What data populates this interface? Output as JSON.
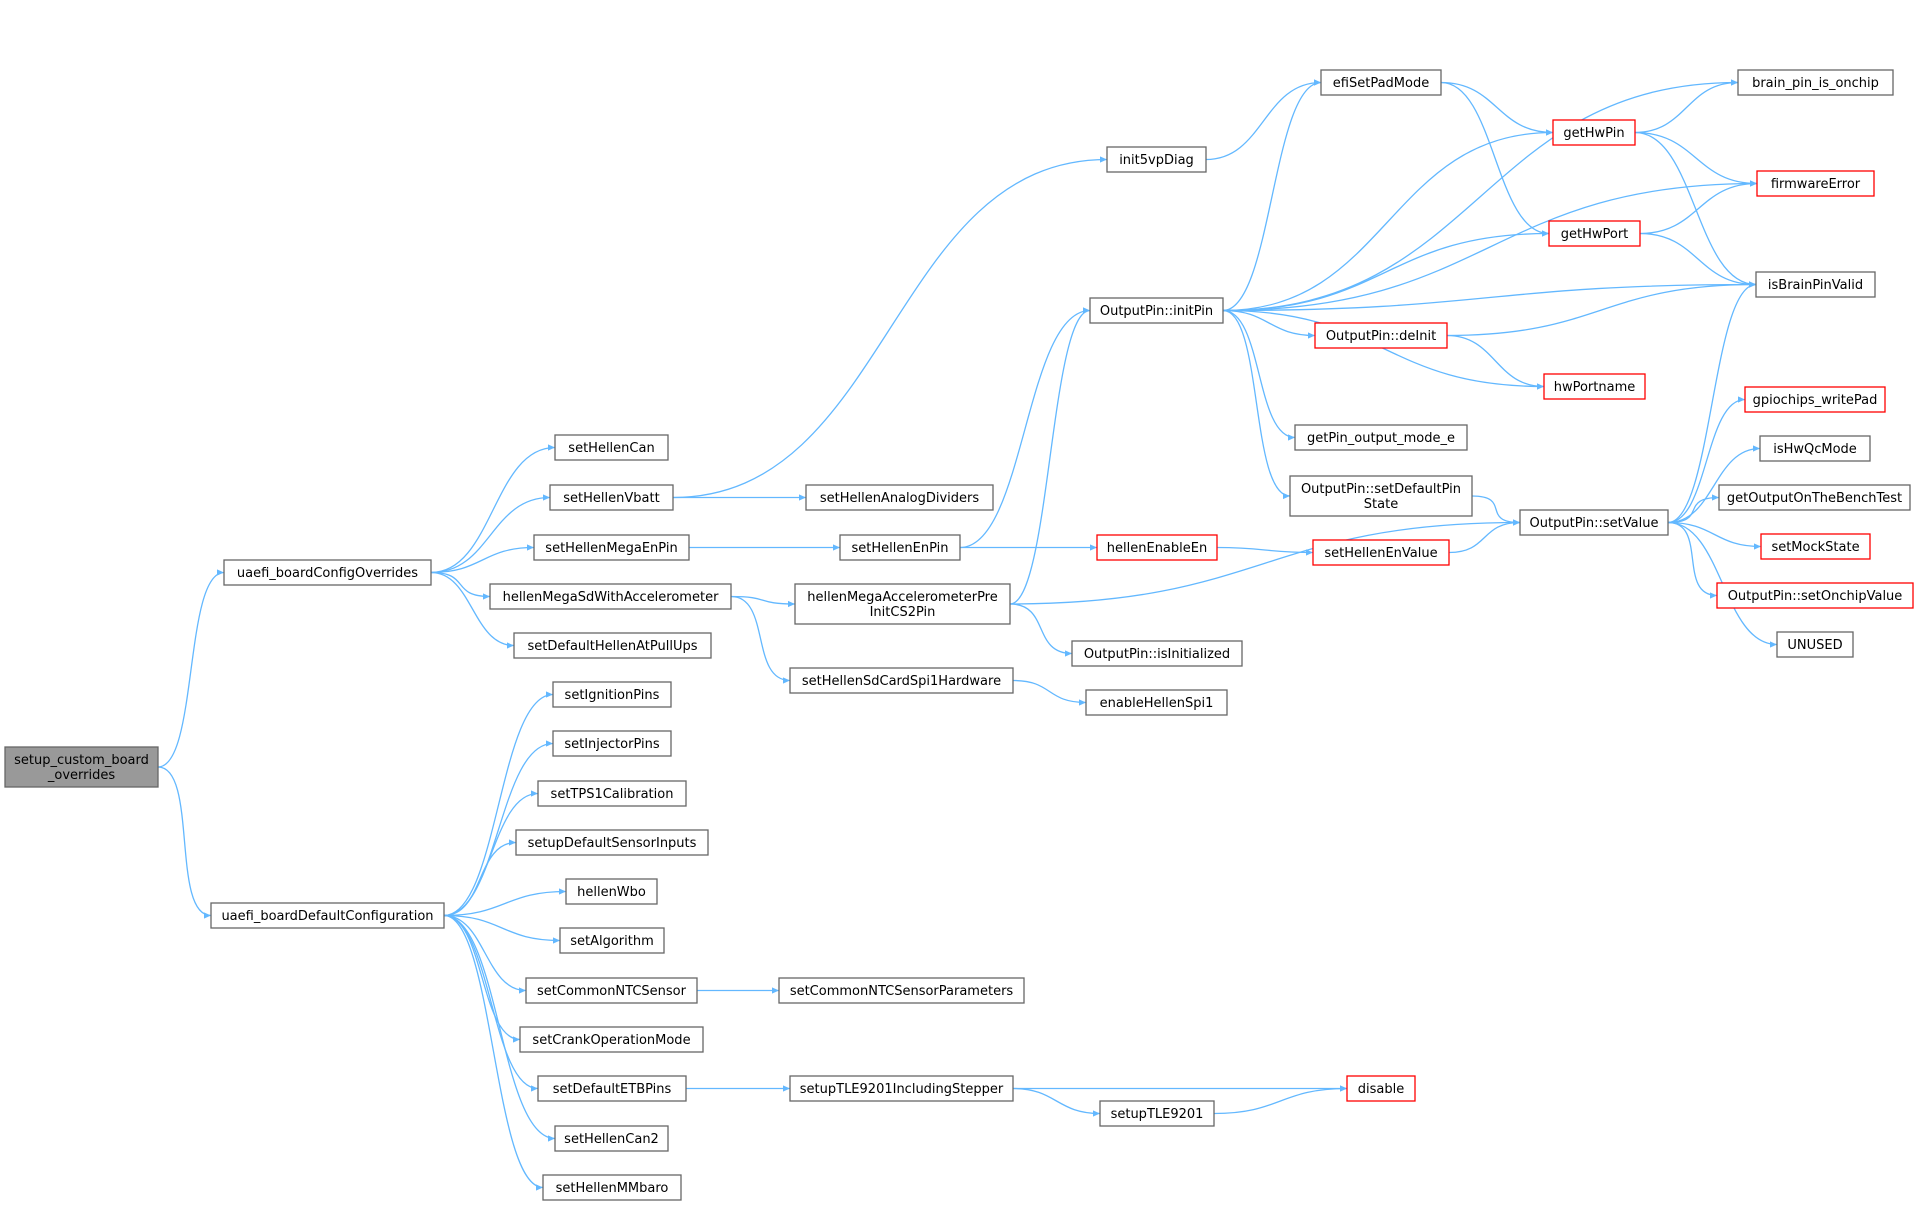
{
  "graph": {
    "edge_color": "#63b8ff",
    "node_border": "#666666",
    "external_node_border": "#ff0000",
    "root_fill": "#999999",
    "nodes": [
      {
        "id": "root",
        "lines": [
          "setup_custom_board",
          "_overrides"
        ],
        "style": "root"
      },
      {
        "id": "uaefi_boardConfigOverrides",
        "lines": [
          "uaefi_boardConfigOverrides"
        ],
        "style": "normal"
      },
      {
        "id": "uaefi_boardDefaultConfiguration",
        "lines": [
          "uaefi_boardDefaultConfiguration"
        ],
        "style": "normal"
      },
      {
        "id": "setHellenCan",
        "lines": [
          "setHellenCan"
        ],
        "style": "normal"
      },
      {
        "id": "setHellenVbatt",
        "lines": [
          "setHellenVbatt"
        ],
        "style": "normal"
      },
      {
        "id": "setHellenMegaEnPin",
        "lines": [
          "setHellenMegaEnPin"
        ],
        "style": "normal"
      },
      {
        "id": "hellenMegaSdWithAccelerometer",
        "lines": [
          "hellenMegaSdWithAccelerometer"
        ],
        "style": "normal"
      },
      {
        "id": "setDefaultHellenAtPullUps",
        "lines": [
          "setDefaultHellenAtPullUps"
        ],
        "style": "normal"
      },
      {
        "id": "setIgnitionPins",
        "lines": [
          "setIgnitionPins"
        ],
        "style": "normal"
      },
      {
        "id": "setInjectorPins",
        "lines": [
          "setInjectorPins"
        ],
        "style": "normal"
      },
      {
        "id": "setTPS1Calibration",
        "lines": [
          "setTPS1Calibration"
        ],
        "style": "normal"
      },
      {
        "id": "setupDefaultSensorInputs",
        "lines": [
          "setupDefaultSensorInputs"
        ],
        "style": "normal"
      },
      {
        "id": "hellenWbo",
        "lines": [
          "hellenWbo"
        ],
        "style": "normal"
      },
      {
        "id": "setAlgorithm",
        "lines": [
          "setAlgorithm"
        ],
        "style": "normal"
      },
      {
        "id": "setCommonNTCSensor",
        "lines": [
          "setCommonNTCSensor"
        ],
        "style": "normal"
      },
      {
        "id": "setCrankOperationMode",
        "lines": [
          "setCrankOperationMode"
        ],
        "style": "normal"
      },
      {
        "id": "setDefaultETBPins",
        "lines": [
          "setDefaultETBPins"
        ],
        "style": "normal"
      },
      {
        "id": "setHellenCan2",
        "lines": [
          "setHellenCan2"
        ],
        "style": "normal"
      },
      {
        "id": "setHellenMMbaro",
        "lines": [
          "setHellenMMbaro"
        ],
        "style": "normal"
      },
      {
        "id": "init5vpDiag",
        "lines": [
          "init5vpDiag"
        ],
        "style": "normal"
      },
      {
        "id": "setHellenAnalogDividers",
        "lines": [
          "setHellenAnalogDividers"
        ],
        "style": "normal"
      },
      {
        "id": "setHellenEnPin",
        "lines": [
          "setHellenEnPin"
        ],
        "style": "normal"
      },
      {
        "id": "hellenMegaAccelerometerPreInitCS2Pin",
        "lines": [
          "hellenMegaAccelerometerPre",
          "InitCS2Pin"
        ],
        "style": "normal"
      },
      {
        "id": "setHellenSdCardSpi1Hardware",
        "lines": [
          "setHellenSdCardSpi1Hardware"
        ],
        "style": "normal"
      },
      {
        "id": "setCommonNTCSensorParameters",
        "lines": [
          "setCommonNTCSensorParameters"
        ],
        "style": "normal"
      },
      {
        "id": "setupTLE9201IncludingStepper",
        "lines": [
          "setupTLE9201IncludingStepper"
        ],
        "style": "normal"
      },
      {
        "id": "OutputPin::initPin",
        "lines": [
          "OutputPin::initPin"
        ],
        "style": "normal"
      },
      {
        "id": "hellenEnableEn",
        "lines": [
          "hellenEnableEn"
        ],
        "style": "red"
      },
      {
        "id": "OutputPin::isInitialized",
        "lines": [
          "OutputPin::isInitialized"
        ],
        "style": "normal"
      },
      {
        "id": "enableHellenSpi1",
        "lines": [
          "enableHellenSpi1"
        ],
        "style": "normal"
      },
      {
        "id": "setupTLE9201",
        "lines": [
          "setupTLE9201"
        ],
        "style": "normal"
      },
      {
        "id": "efiSetPadMode",
        "lines": [
          "efiSetPadMode"
        ],
        "style": "normal"
      },
      {
        "id": "OutputPin::deInit",
        "lines": [
          "OutputPin::deInit"
        ],
        "style": "red"
      },
      {
        "id": "getPin_output_mode_e",
        "lines": [
          "getPin_output_mode_e"
        ],
        "style": "normal"
      },
      {
        "id": "OutputPin::setDefaultPinState",
        "lines": [
          "OutputPin::setDefaultPin",
          "State"
        ],
        "style": "normal"
      },
      {
        "id": "setHellenEnValue",
        "lines": [
          "setHellenEnValue"
        ],
        "style": "red"
      },
      {
        "id": "getHwPin",
        "lines": [
          "getHwPin"
        ],
        "style": "red"
      },
      {
        "id": "getHwPort",
        "lines": [
          "getHwPort"
        ],
        "style": "red"
      },
      {
        "id": "hwPortname",
        "lines": [
          "hwPortname"
        ],
        "style": "red"
      },
      {
        "id": "OutputPin::setValue",
        "lines": [
          "OutputPin::setValue"
        ],
        "style": "normal"
      },
      {
        "id": "disable",
        "lines": [
          "disable"
        ],
        "style": "red"
      },
      {
        "id": "brain_pin_is_onchip",
        "lines": [
          "brain_pin_is_onchip"
        ],
        "style": "normal"
      },
      {
        "id": "firmwareError",
        "lines": [
          "firmwareError"
        ],
        "style": "red"
      },
      {
        "id": "isBrainPinValid",
        "lines": [
          "isBrainPinValid"
        ],
        "style": "normal"
      },
      {
        "id": "gpiochips_writePad",
        "lines": [
          "gpiochips_writePad"
        ],
        "style": "red"
      },
      {
        "id": "isHwQcMode",
        "lines": [
          "isHwQcMode"
        ],
        "style": "normal"
      },
      {
        "id": "getOutputOnTheBenchTest",
        "lines": [
          "getOutputOnTheBenchTest"
        ],
        "style": "normal"
      },
      {
        "id": "setMockState",
        "lines": [
          "setMockState"
        ],
        "style": "red"
      },
      {
        "id": "OutputPin::setOnchipValue",
        "lines": [
          "OutputPin::setOnchipValue"
        ],
        "style": "red"
      },
      {
        "id": "UNUSED",
        "lines": [
          "UNUSED"
        ],
        "style": "normal"
      }
    ],
    "edges": [
      [
        "root",
        "uaefi_boardConfigOverrides"
      ],
      [
        "root",
        "uaefi_boardDefaultConfiguration"
      ],
      [
        "uaefi_boardConfigOverrides",
        "setHellenCan"
      ],
      [
        "uaefi_boardConfigOverrides",
        "setHellenVbatt"
      ],
      [
        "uaefi_boardConfigOverrides",
        "setHellenMegaEnPin"
      ],
      [
        "uaefi_boardConfigOverrides",
        "hellenMegaSdWithAccelerometer"
      ],
      [
        "uaefi_boardConfigOverrides",
        "setDefaultHellenAtPullUps"
      ],
      [
        "uaefi_boardDefaultConfiguration",
        "setIgnitionPins"
      ],
      [
        "uaefi_boardDefaultConfiguration",
        "setInjectorPins"
      ],
      [
        "uaefi_boardDefaultConfiguration",
        "setTPS1Calibration"
      ],
      [
        "uaefi_boardDefaultConfiguration",
        "setupDefaultSensorInputs"
      ],
      [
        "uaefi_boardDefaultConfiguration",
        "hellenWbo"
      ],
      [
        "uaefi_boardDefaultConfiguration",
        "setAlgorithm"
      ],
      [
        "uaefi_boardDefaultConfiguration",
        "setCommonNTCSensor"
      ],
      [
        "uaefi_boardDefaultConfiguration",
        "setCrankOperationMode"
      ],
      [
        "uaefi_boardDefaultConfiguration",
        "setDefaultETBPins"
      ],
      [
        "uaefi_boardDefaultConfiguration",
        "setHellenCan2"
      ],
      [
        "uaefi_boardDefaultConfiguration",
        "setHellenMMbaro"
      ],
      [
        "setHellenVbatt",
        "init5vpDiag"
      ],
      [
        "setHellenVbatt",
        "setHellenAnalogDividers"
      ],
      [
        "setHellenMegaEnPin",
        "setHellenEnPin"
      ],
      [
        "hellenMegaSdWithAccelerometer",
        "hellenMegaAccelerometerPreInitCS2Pin"
      ],
      [
        "hellenMegaSdWithAccelerometer",
        "setHellenSdCardSpi1Hardware"
      ],
      [
        "setCommonNTCSensor",
        "setCommonNTCSensorParameters"
      ],
      [
        "setDefaultETBPins",
        "setupTLE9201IncludingStepper"
      ],
      [
        "init5vpDiag",
        "efiSetPadMode"
      ],
      [
        "setHellenEnPin",
        "OutputPin::initPin"
      ],
      [
        "setHellenEnPin",
        "hellenEnableEn"
      ],
      [
        "hellenMegaAccelerometerPreInitCS2Pin",
        "OutputPin::initPin"
      ],
      [
        "hellenMegaAccelerometerPreInitCS2Pin",
        "OutputPin::isInitialized"
      ],
      [
        "hellenMegaAccelerometerPreInitCS2Pin",
        "OutputPin::setValue"
      ],
      [
        "setHellenSdCardSpi1Hardware",
        "enableHellenSpi1"
      ],
      [
        "setupTLE9201IncludingStepper",
        "disable"
      ],
      [
        "setupTLE9201IncludingStepper",
        "setupTLE9201"
      ],
      [
        "setupTLE9201",
        "disable"
      ],
      [
        "OutputPin::initPin",
        "brain_pin_is_onchip"
      ],
      [
        "OutputPin::initPin",
        "efiSetPadMode"
      ],
      [
        "OutputPin::initPin",
        "getHwPin"
      ],
      [
        "OutputPin::initPin",
        "firmwareError"
      ],
      [
        "OutputPin::initPin",
        "getHwPort"
      ],
      [
        "OutputPin::initPin",
        "isBrainPinValid"
      ],
      [
        "OutputPin::initPin",
        "OutputPin::deInit"
      ],
      [
        "OutputPin::initPin",
        "hwPortname"
      ],
      [
        "OutputPin::initPin",
        "getPin_output_mode_e"
      ],
      [
        "OutputPin::initPin",
        "OutputPin::setDefaultPinState"
      ],
      [
        "hellenEnableEn",
        "setHellenEnValue"
      ],
      [
        "efiSetPadMode",
        "getHwPin"
      ],
      [
        "efiSetPadMode",
        "getHwPort"
      ],
      [
        "OutputPin::deInit",
        "isBrainPinValid"
      ],
      [
        "OutputPin::deInit",
        "hwPortname"
      ],
      [
        "OutputPin::setDefaultPinState",
        "OutputPin::setValue"
      ],
      [
        "setHellenEnValue",
        "OutputPin::setValue"
      ],
      [
        "getHwPin",
        "brain_pin_is_onchip"
      ],
      [
        "getHwPin",
        "firmwareError"
      ],
      [
        "getHwPin",
        "isBrainPinValid"
      ],
      [
        "getHwPort",
        "firmwareError"
      ],
      [
        "getHwPort",
        "isBrainPinValid"
      ],
      [
        "OutputPin::setValue",
        "isBrainPinValid"
      ],
      [
        "OutputPin::setValue",
        "gpiochips_writePad"
      ],
      [
        "OutputPin::setValue",
        "isHwQcMode"
      ],
      [
        "OutputPin::setValue",
        "getOutputOnTheBenchTest"
      ],
      [
        "OutputPin::setValue",
        "setMockState"
      ],
      [
        "OutputPin::setValue",
        "OutputPin::setOnchipValue"
      ],
      [
        "OutputPin::setValue",
        "UNUSED"
      ]
    ]
  }
}
